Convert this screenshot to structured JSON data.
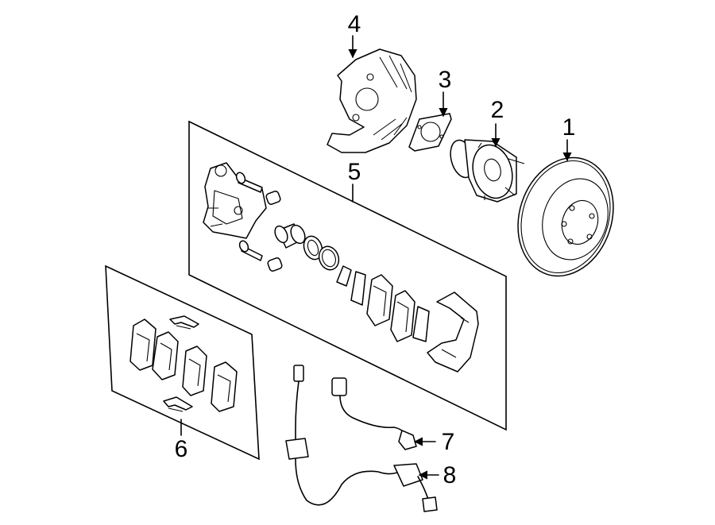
{
  "callouts": [
    {
      "id": "rotor",
      "label": "1"
    },
    {
      "id": "hub",
      "label": "2"
    },
    {
      "id": "gasket",
      "label": "3"
    },
    {
      "id": "splash_shield",
      "label": "4"
    },
    {
      "id": "caliper_kit",
      "label": "5"
    },
    {
      "id": "pad_kit",
      "label": "6"
    },
    {
      "id": "sensor_front",
      "label": "7"
    },
    {
      "id": "sensor_rear",
      "label": "8"
    }
  ]
}
